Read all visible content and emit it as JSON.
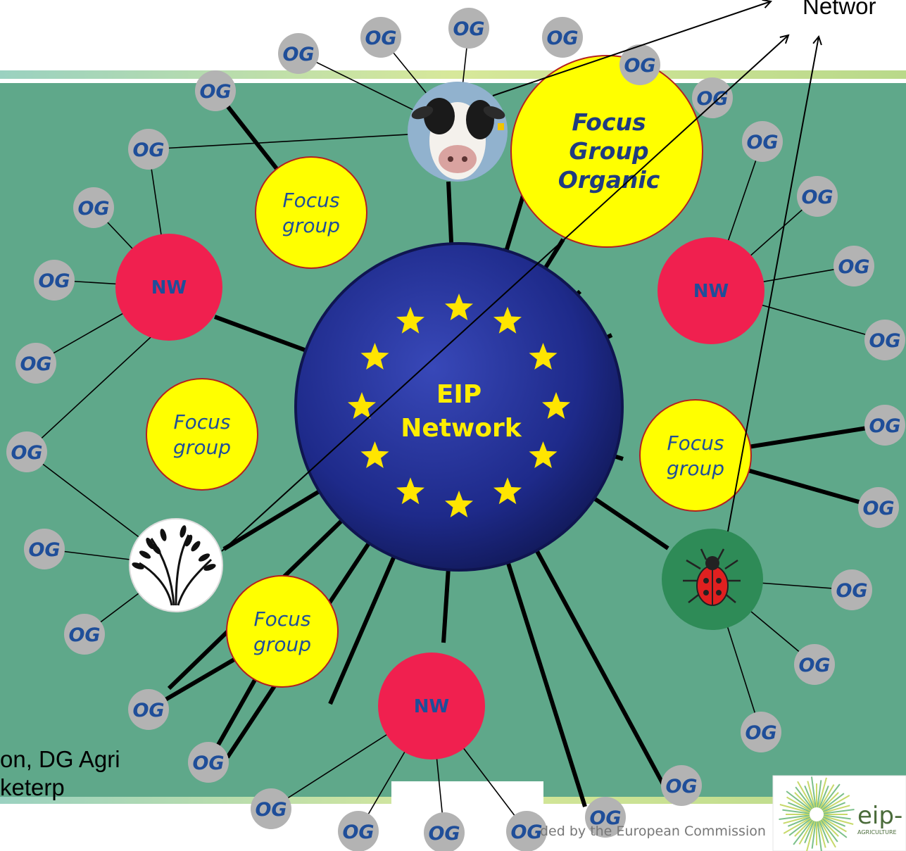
{
  "diagram": {
    "center": {
      "line1": "EIP",
      "line2": "Network"
    },
    "node_labels": {
      "operational_group": "OG",
      "network": "NW"
    },
    "focus_group": {
      "line1": "Focus",
      "line2": "group"
    },
    "focus_group_organic": {
      "line1": "Focus",
      "line2": "Group",
      "line3": "Organic"
    },
    "target_label": "Networ",
    "icons": [
      "cow-icon",
      "wheat-icon",
      "ladybug-icon"
    ],
    "colors": {
      "background": "#5fa88a",
      "operational_group": "#b3b3b3",
      "network": "#f0204f",
      "focus_group": "#ffff00",
      "center": "#1e2a8a",
      "stars": "#ffe500"
    }
  },
  "footer": {
    "left_line1": "on, DG Agri",
    "left_line2": "keterp",
    "funded": "ded by the European Commission",
    "logo_text": "eip-",
    "logo_sub": "AGRICULTURE"
  }
}
